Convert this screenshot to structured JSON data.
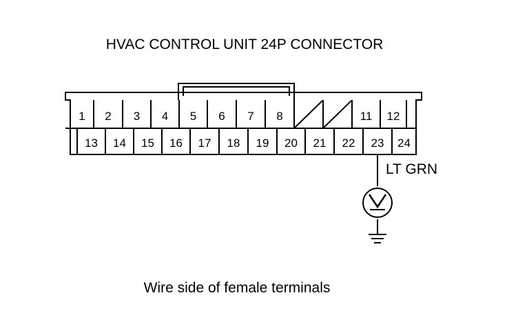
{
  "title": "HVAC CONTROL UNIT 24P CONNECTOR",
  "caption": "Wire side of female terminals",
  "wire_label": "LT GRN",
  "meter_symbol": "V",
  "connector": {
    "top_row": [
      "1",
      "2",
      "3",
      "4",
      "5",
      "6",
      "7",
      "8",
      "",
      "",
      "11",
      "12"
    ],
    "bottom_row": [
      "13",
      "14",
      "15",
      "16",
      "17",
      "18",
      "19",
      "20",
      "21",
      "22",
      "23",
      "24"
    ],
    "empty_cavities": [
      "9",
      "10"
    ]
  },
  "colors": {
    "line": "#000000",
    "background": "#ffffff"
  }
}
